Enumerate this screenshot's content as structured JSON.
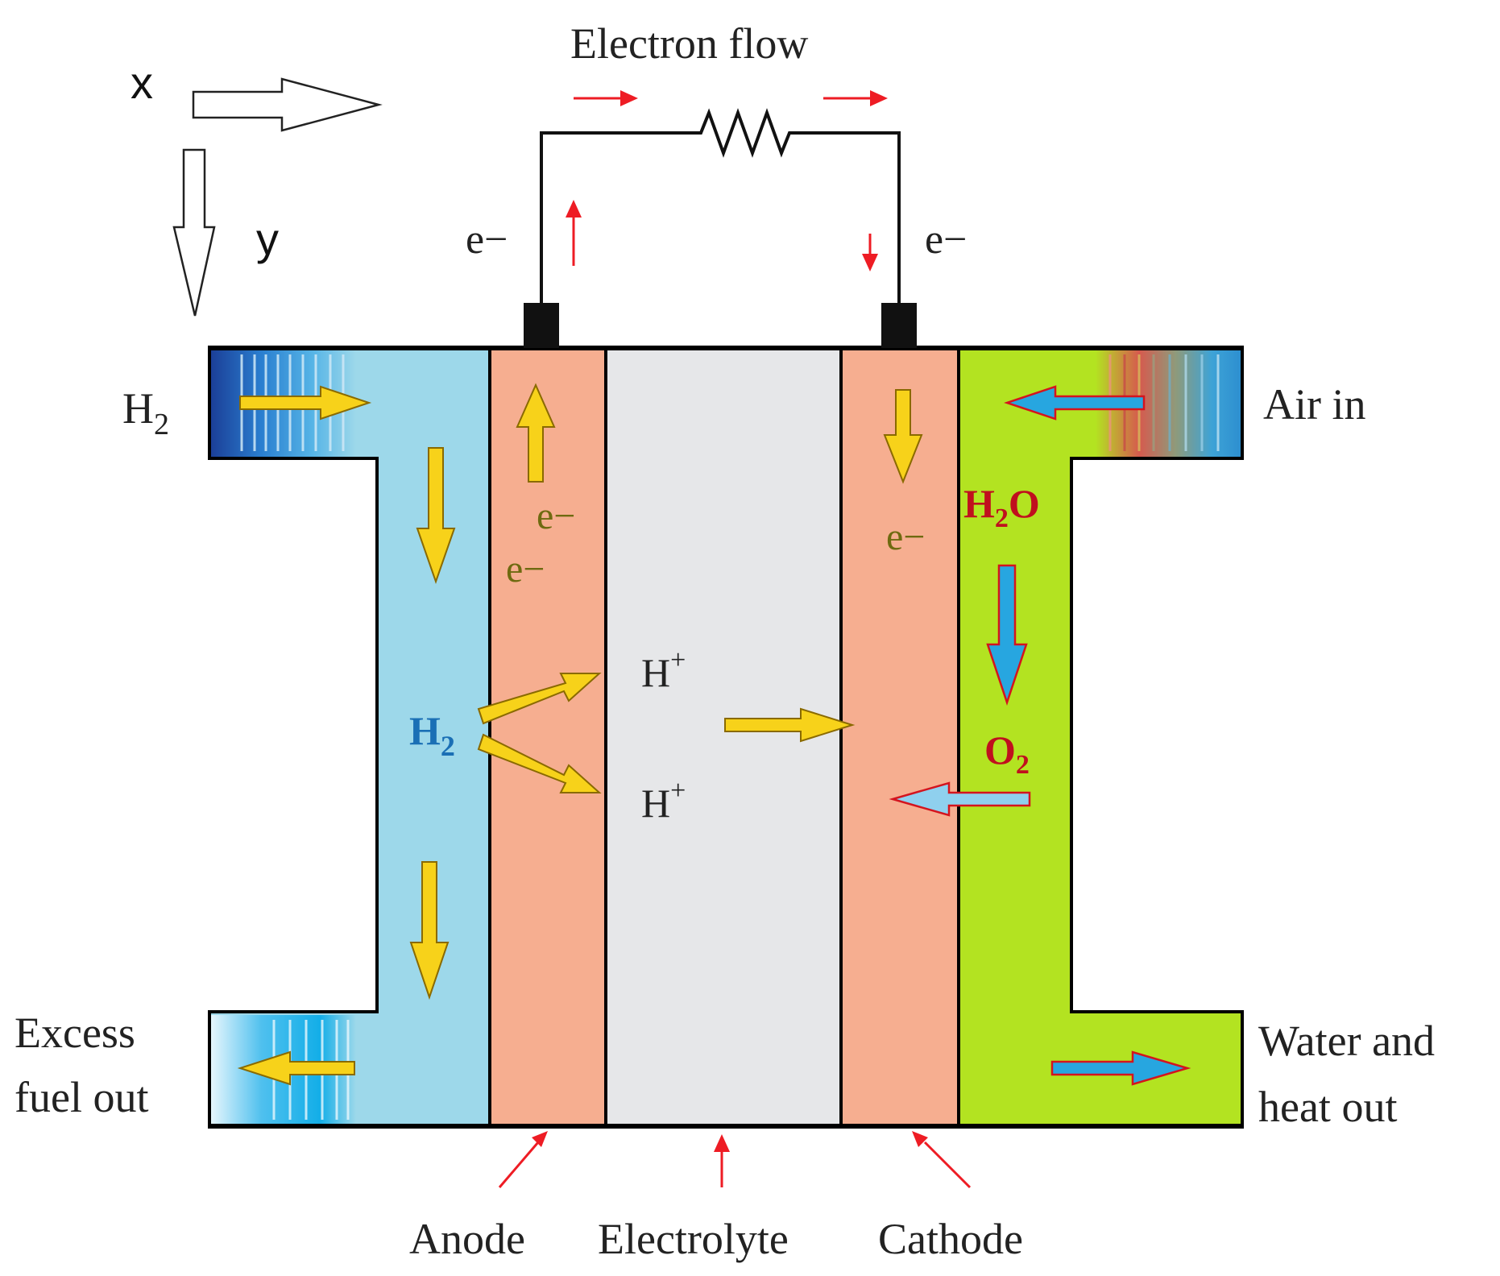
{
  "axes": {
    "x_label": "x",
    "y_label": "y"
  },
  "circuit": {
    "title": "Electron flow",
    "electron_left": "e−",
    "electron_right": "e−"
  },
  "inputs": {
    "hydrogen": "H",
    "hydrogen_sub": "2",
    "air": "Air in"
  },
  "outputs": {
    "excess_line1": "Excess",
    "excess_line2": "fuel out",
    "water_line1": "Water and",
    "water_line2": "heat out"
  },
  "anode_region": {
    "e_upper": "e−",
    "e_lower": "e−",
    "h2_label": "H",
    "h2_sub": "2"
  },
  "electrolyte_region": {
    "proton_upper": "H",
    "proton_lower": "H",
    "plus": "+"
  },
  "cathode_region": {
    "e_label": "e−",
    "water": "H",
    "water_sub": "2",
    "water_o": "O",
    "oxygen": "O",
    "oxygen_sub": "2"
  },
  "labels": {
    "anode": "Anode",
    "electrolyte": "Electrolyte",
    "cathode": "Cathode"
  },
  "colors": {
    "fuel_channel": "#9dd8ea",
    "electrode": "#f6ae90",
    "electrolyte": "#e6e7e9",
    "air_channel": "#b3e321",
    "arrow_yellow": "#f7d21a",
    "arrow_blue": "#27a6e0",
    "arrow_red": "#ee1c24",
    "water_text": "#c0101e",
    "h2_text": "#1a6fb5"
  }
}
